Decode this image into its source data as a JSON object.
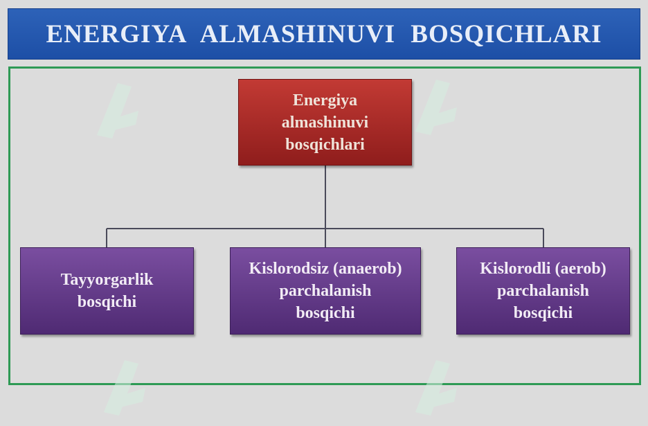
{
  "title": "ENERGIYA  ALMASHINUVI  BOSQICHLARI",
  "diagram": {
    "root": {
      "label": "Energiya\nalmashinuvi\nbosqichlari"
    },
    "children": [
      {
        "label": "Tayyorgarlik\nbosqichi"
      },
      {
        "label": "Kislorodsiz (anaerob)\nparchalanish\nbosqichi"
      },
      {
        "label": "Kislorodli (aerob)\nparchalanish\nbosqichi"
      }
    ]
  },
  "colors": {
    "title_bar": "#1d4fa6",
    "frame_border": "#2e9a55",
    "root_box": "#b0302c",
    "child_box": "#66407f",
    "connector": "#4a4a5a"
  },
  "icons": {
    "watermark": "watermark-logo-icon"
  }
}
